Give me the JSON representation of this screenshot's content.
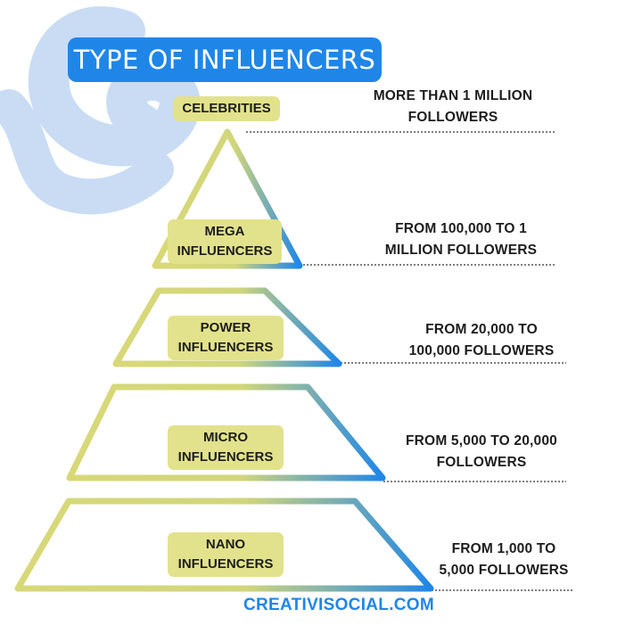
{
  "title": "TYPE OF INFLUENCERS",
  "levels": [
    {
      "name_line1": "CELEBRITIES",
      "name_line2": "",
      "desc_line1": "MORE THAN 1 MILLION",
      "desc_line2": "FOLLOWERS"
    },
    {
      "name_line1": "MEGA",
      "name_line2": "INFLUENCERS",
      "desc_line1": "FROM 100,000 TO 1",
      "desc_line2": "MILLION FOLLOWERS"
    },
    {
      "name_line1": "POWER",
      "name_line2": "INFLUENCERS",
      "desc_line1": "FROM 20,000 TO",
      "desc_line2": "100,000 FOLLOWERS"
    },
    {
      "name_line1": "MICRO",
      "name_line2": "INFLUENCERS",
      "desc_line1": "FROM 5,000 TO 20,000",
      "desc_line2": "FOLLOWERS"
    },
    {
      "name_line1": "NANO",
      "name_line2": "INFLUENCERS",
      "desc_line1": "FROM 1,000 TO",
      "desc_line2": "5,000 FOLLOWERS"
    }
  ],
  "footer": "CREATIVISOCIAL.COM",
  "colors": {
    "blue": "#1f86e8",
    "olive": "#d8d878",
    "label_bg": "#e2e28c",
    "swirl": "#c9dcf4",
    "text": "#1d1d1d"
  }
}
